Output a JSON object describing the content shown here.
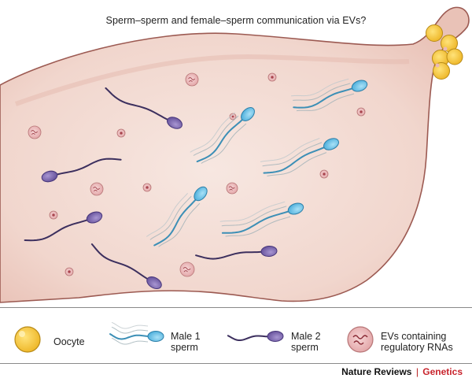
{
  "title": "Sperm–sperm and female–sperm communication via EVs?",
  "legend": {
    "oocyte": "Oocyte",
    "male1_line1": "Male 1",
    "male1_line2": "sperm",
    "male2_line1": "Male 2",
    "male2_line2": "sperm",
    "ev_line1": "EVs containing",
    "ev_line2": "regulatory RNAs"
  },
  "credit": {
    "journal": "Nature Reviews",
    "separator": "|",
    "section": "Genetics"
  },
  "colors": {
    "tract_fill": "#f3dcd4",
    "tract_stroke": "#9c5a52",
    "oocyte": "#f5c842",
    "male1_head": "#6cc4e8",
    "male2_head": "#7a64ad",
    "ev": "#e9b9b9"
  }
}
